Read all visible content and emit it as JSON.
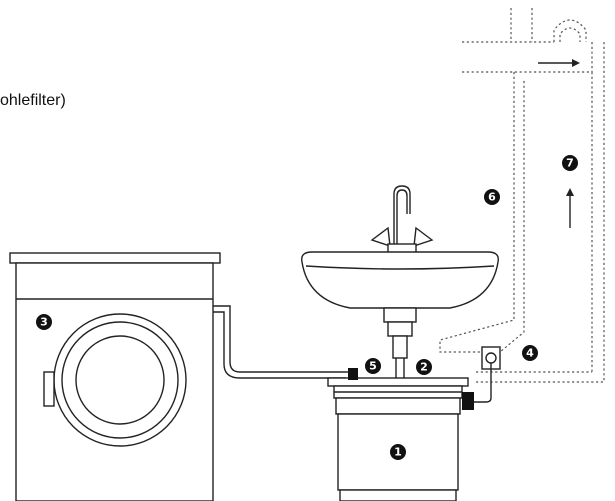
{
  "caption": "ohlefilter)",
  "markers": {
    "m1": "1",
    "m2": "2",
    "m3": "3",
    "m4": "4",
    "m5": "5",
    "m6": "6",
    "m7": "7"
  },
  "icons": {
    "flow_right": "arrow-right-icon",
    "flow_up": "arrow-up-icon",
    "outlet": "power-outlet-icon"
  }
}
